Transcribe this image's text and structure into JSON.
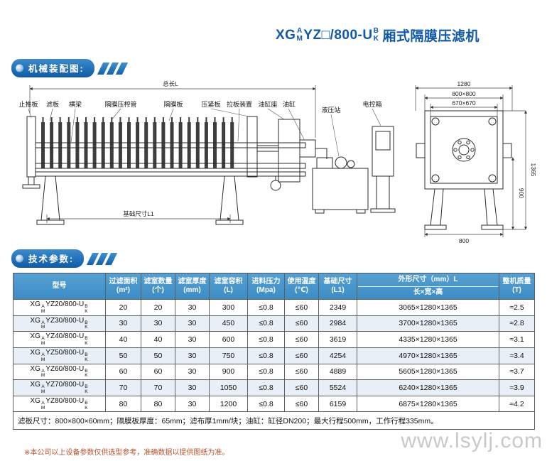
{
  "title": {
    "pre": "XG",
    "stack1": [
      "A",
      "M"
    ],
    "mid": "YZ□/800-U",
    "stack2": [
      "B",
      "K"
    ],
    "name": "厢式隔膜压滤机"
  },
  "sections": {
    "assembly": "机械装配图:",
    "params": "技术参数:"
  },
  "diagram": {
    "labels": [
      "止推板",
      "滤板",
      "横梁",
      "隔膜压榨管",
      "隔膜板",
      "压紧板",
      "拉板装置",
      "油缸座",
      "油缸",
      "液压站",
      "电控箱"
    ],
    "dims": {
      "total_length": "总长L",
      "foundation": "基础尺寸L1",
      "top_width": "1280",
      "plate_size": "800×800",
      "bolt_spacing": "670×670",
      "height": "1365",
      "stand_height": "900",
      "base_width": "800"
    }
  },
  "table": {
    "headers": [
      {
        "label": "型号",
        "unit": ""
      },
      {
        "label": "过滤面积",
        "unit": "(m²)"
      },
      {
        "label": "滤室数量",
        "unit": "(个)"
      },
      {
        "label": "滤室厚度",
        "unit": "(mm)"
      },
      {
        "label": "滤室容积",
        "unit": "(L)"
      },
      {
        "label": "进料压力",
        "unit": "(Mpa)"
      },
      {
        "label": "使用温度",
        "unit": "(℃)"
      },
      {
        "label": "基础尺寸",
        "unit": "(L1)"
      },
      {
        "label": "外形尺寸（mm）L",
        "sub": "长×宽×高"
      },
      {
        "label": "整机质量",
        "unit": "(T)"
      }
    ],
    "rows": [
      {
        "model": {
          "pre": "XG",
          "top1": "A",
          "bot1": "M",
          "mid": "YZ20/800-U",
          "top2": "B",
          "bot2": "K"
        },
        "cells": [
          "20",
          "20",
          "30",
          "300",
          "≤0.8",
          "≤60",
          "2349",
          "3065×1280×1365",
          "≈2.5"
        ]
      },
      {
        "model": {
          "pre": "XG",
          "top1": "A",
          "bot1": "M",
          "mid": "YZ30/800-U",
          "top2": "B",
          "bot2": "K"
        },
        "cells": [
          "30",
          "30",
          "30",
          "450",
          "≤0.8",
          "≤60",
          "2984",
          "3700×1280×1365",
          "≈2.8"
        ]
      },
      {
        "model": {
          "pre": "XG",
          "top1": "A",
          "bot1": "M",
          "mid": "YZ40/800-U",
          "top2": "B",
          "bot2": "K"
        },
        "cells": [
          "40",
          "40",
          "30",
          "600",
          "≤0.8",
          "≤60",
          "3619",
          "4335×1280×1365",
          "≈3.1"
        ]
      },
      {
        "model": {
          "pre": "XG",
          "top1": "A",
          "bot1": "M",
          "mid": "YZ50/800-U",
          "top2": "B",
          "bot2": "K"
        },
        "cells": [
          "50",
          "50",
          "30",
          "750",
          "≤0.8",
          "≤60",
          "4254",
          "4970×1280×1365",
          "≈3.4"
        ]
      },
      {
        "model": {
          "pre": "XG",
          "top1": "A",
          "bot1": "M",
          "mid": "YZ60/800-U",
          "top2": "B",
          "bot2": "K"
        },
        "cells": [
          "60",
          "60",
          "30",
          "900",
          "≤0.8",
          "≤60",
          "4889",
          "5605×1280×1365",
          "≈3.7"
        ]
      },
      {
        "model": {
          "pre": "XG",
          "top1": "A",
          "bot1": "M",
          "mid": "YZ70/800-U",
          "top2": "B",
          "bot2": "K"
        },
        "cells": [
          "70",
          "70",
          "30",
          "1050",
          "≤0.8",
          "≤60",
          "5524",
          "6240×1280×1365",
          "≈3.9"
        ]
      },
      {
        "model": {
          "pre": "XG",
          "top1": "A",
          "bot1": "M",
          "mid": "YZ80/800-U",
          "top2": "B",
          "bot2": "K"
        },
        "cells": [
          "80",
          "80",
          "30",
          "1200",
          "≤0.8",
          "≤60",
          "6159",
          "6875×1280×1365",
          "≈4.2"
        ]
      }
    ],
    "note": "滤板尺寸：800×800×60mm；隔膜板厚度：65mm；滤布厚1mm/块；油缸：缸径DN200；最大行程500mm，工作行程335mm。"
  },
  "footer": {
    "disclaimer": "※本公司以上设备参数仅供选型参考，准确数据以提供图纸为准。",
    "watermark": "www.lsylj.com"
  }
}
